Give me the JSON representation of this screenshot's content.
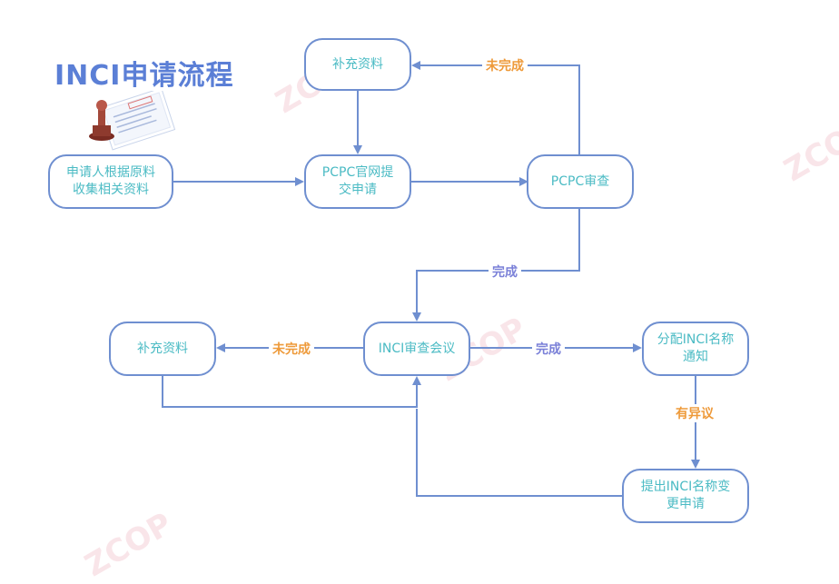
{
  "title": "INCI申请流程",
  "nodes": {
    "applicant_collect": "申请人根据原料\n收集相关资料",
    "supplement_top": "补充资料",
    "pcpc_submit": "PCPC官网提\n交申请",
    "pcpc_review": "PCPC审查",
    "inci_meeting": "INCI审查会议",
    "supplement_left": "补充资料",
    "assign_notice": "分配INCI名称\n通知",
    "change_request": "提出INCI名称变\n更申请"
  },
  "edge_labels": {
    "incomplete_top": "未完成",
    "complete_mid": "完成",
    "incomplete_left": "未完成",
    "complete_right": "完成",
    "objection": "有异议"
  },
  "watermark_text": "ZCOP",
  "colors": {
    "node_border": "#6f8fd0",
    "node_text": "#4bbbc4",
    "title": "#5b7fd6",
    "label_orange": "#ee9a3a",
    "label_purple": "#7a80d8",
    "arrow": "#6f8fd0"
  }
}
